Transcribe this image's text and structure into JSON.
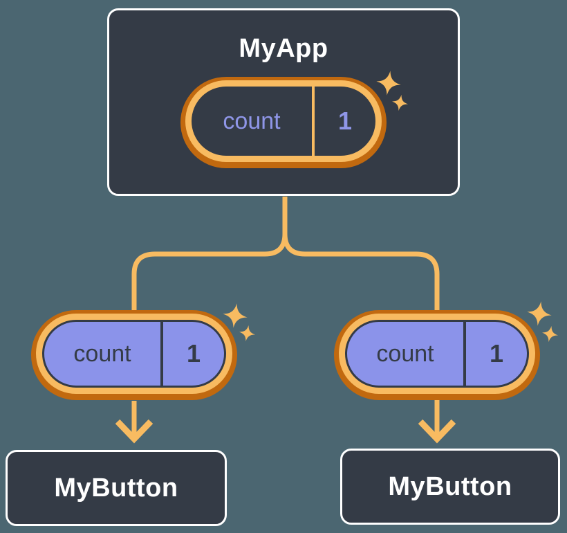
{
  "diagram": {
    "root": {
      "label": "MyApp",
      "pill": {
        "key": "count",
        "value": "1"
      }
    },
    "children": [
      {
        "label": "MyButton",
        "pill": {
          "key": "count",
          "value": "1"
        }
      },
      {
        "label": "MyButton",
        "pill": {
          "key": "count",
          "value": "1"
        }
      }
    ]
  },
  "icons": {
    "sparkle": "four-point-star"
  },
  "colors": {
    "background": "#4B6671",
    "node_fill": "#343B46",
    "node_border": "#FFFFFF",
    "node_text": "#FFFFFF",
    "pill_ring_outer": "#C1690F",
    "pill_ring_inner": "#F8BB61",
    "state_pill_fill": "#343B46",
    "state_pill_text": "#8F96E8",
    "prop_pill_fill": "#8B93EA",
    "prop_pill_text": "#343B46",
    "wire": "#F8BB61"
  }
}
